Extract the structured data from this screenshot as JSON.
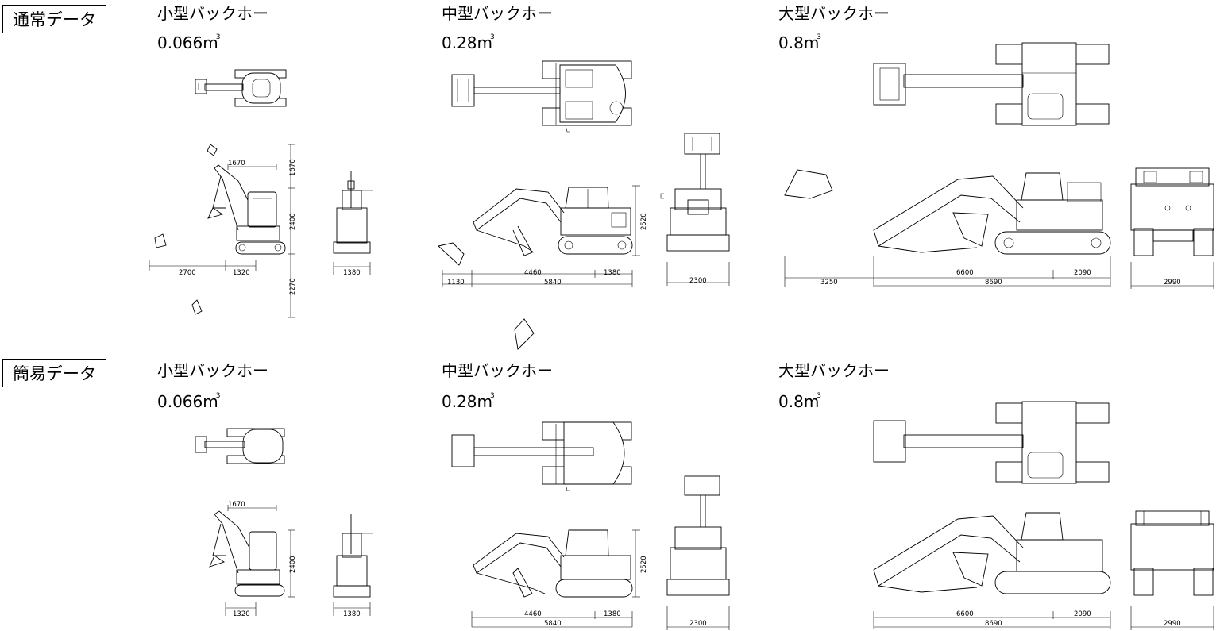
{
  "sections": {
    "normal": {
      "label": "通常データ",
      "machines": {
        "small": {
          "name": "小型バックホー",
          "capacity": "0.066",
          "unit": "m",
          "unit_sup": "3",
          "dims": {
            "d1670": "1670",
            "d2700": "2700",
            "d1320": "1320",
            "d2400": "2400",
            "d2270": "2270",
            "d1670v": "1670",
            "d1380": "1380"
          }
        },
        "medium": {
          "name": "中型バックホー",
          "capacity": "0.28",
          "unit": "m",
          "unit_sup": "3",
          "dims": {
            "d1130": "1130",
            "d4460": "4460",
            "d1380": "1380",
            "d5840": "5840",
            "d2520": "2520",
            "d2300": "2300"
          }
        },
        "large": {
          "name": "大型バックホー",
          "capacity": "0.8",
          "unit": "m",
          "unit_sup": "3",
          "dims": {
            "d3250": "3250",
            "d6600": "6600",
            "d2090": "2090",
            "d8690": "8690",
            "d2990": "2990"
          }
        }
      }
    },
    "simple": {
      "label": "簡易データ",
      "machines": {
        "small": {
          "name": "小型バックホー",
          "capacity": "0.066",
          "unit": "m",
          "unit_sup": "3",
          "dims": {
            "d1670": "1670",
            "d1320": "1320",
            "d2400": "2400",
            "d1380": "1380"
          }
        },
        "medium": {
          "name": "中型バックホー",
          "capacity": "0.28",
          "unit": "m",
          "unit_sup": "3",
          "dims": {
            "d4460": "4460",
            "d1380": "1380",
            "d5840": "5840",
            "d2520": "2520",
            "d2300": "2300"
          }
        },
        "large": {
          "name": "大型バックホー",
          "capacity": "0.8",
          "unit": "m",
          "unit_sup": "3",
          "dims": {
            "d6600": "6600",
            "d2090": "2090",
            "d8690": "8690",
            "d2990": "2990"
          }
        }
      }
    }
  }
}
